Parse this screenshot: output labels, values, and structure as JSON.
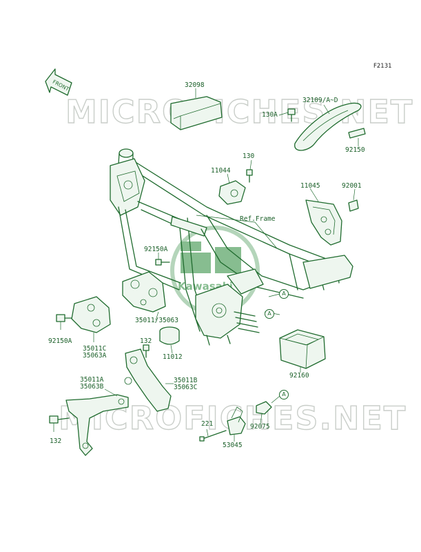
{
  "diagram": {
    "ref_code": "F2131",
    "front_label": "FRONT",
    "watermark_text": "MICROFICHES.NET",
    "brand_text": "Kawasaki",
    "colors": {
      "line": "#1f6b2e",
      "watermark": "#c9cec9",
      "logo": "#4a9a5a"
    },
    "callout_a": "A",
    "labels": {
      "p32098": "32098",
      "p32109": "32109/A~D",
      "p130A": "130A",
      "p92150": "92150",
      "p130": "130",
      "p11044": "11044",
      "p11045": "11045",
      "p92001": "92001",
      "ref_frame": "Ref.Frame",
      "p92150A_top": "92150A",
      "p35011_35063": "35011/35063",
      "p92150A_left": "92150A",
      "p35011C": "35011C",
      "p35063A": "35063A",
      "p132_top": "132",
      "p11012": "11012",
      "p92160": "92160",
      "p35011A": "35011A",
      "p35063B": "35063B",
      "p35011B": "35011B",
      "p35063C": "35063C",
      "p132_bottom": "132",
      "p221": "221",
      "p53045": "53045",
      "p92075": "92075"
    }
  }
}
